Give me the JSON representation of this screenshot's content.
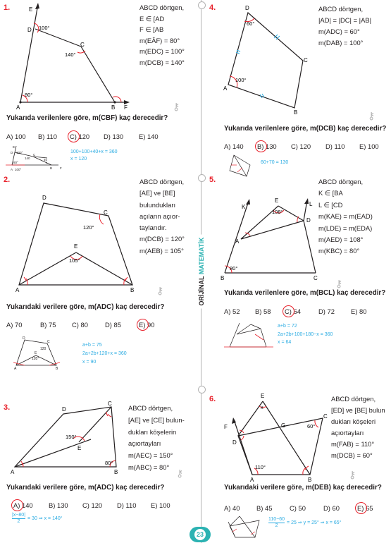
{
  "sidebar": {
    "label_a": "ORİJİNAL",
    "label_b": "MATEMATİK"
  },
  "page_number": "23",
  "q1": {
    "num": "1.",
    "given": [
      "ABCD dörtgen,",
      "E ∈ [AD",
      "F ∈ [AB",
      "m(EÂF) = 80°",
      "m(EDC) = 100°",
      "m(DCB) = 140°"
    ],
    "question": "Yukarıda verilenlere göre, m(CBF) kaç derecedir?",
    "options": [
      "A) 100",
      "B) 110",
      "C) 120",
      "D) 130",
      "E) 140"
    ],
    "solution": [
      "100+100+40+x = 360",
      "x = 120"
    ],
    "fig": {
      "E": "E",
      "D": "D",
      "C": "C",
      "A": "A",
      "B": "B",
      "F": "F",
      "a100": "100°",
      "a140": "140°",
      "a80": "80°"
    },
    "mini": {
      "E": "E",
      "D": "D",
      "C": "C",
      "A": "A",
      "B": "B",
      "F": "F",
      "a100": "100°",
      "a140": "140",
      "a80": "80°",
      "a40": "40",
      "a100b": "100°",
      "x": "x"
    }
  },
  "q2": {
    "num": "2.",
    "given": [
      "ABCD dörtgen,",
      "[AE] ve [BE]",
      "bulundukları",
      "açıların açıor-",
      "taylarıdır.",
      "m(DCB) = 120°",
      "m(AEB) = 105°"
    ],
    "question": "Yukarıdaki verilere göre, m(ADC) kaç derecedir?",
    "options": [
      "A) 70",
      "B) 75",
      "C) 80",
      "D) 85",
      "E) 90"
    ],
    "solution": [
      "a+b = 75",
      "2a+2b+120+x = 360",
      "x = 90"
    ],
    "fig": {
      "D": "D",
      "C": "C",
      "E": "E",
      "A": "A",
      "B": "B",
      "a120": "120°",
      "a105": "105°"
    },
    "mini": {
      "D": "D",
      "C": "C",
      "E": "E",
      "A": "A",
      "B": "B",
      "a120": "120",
      "a105": "105°"
    }
  },
  "q3": {
    "num": "3.",
    "given": [
      "ABCD dörtgen,",
      "[AE] ve [CE] bulun-",
      "dukları köşelerin",
      "açıortayları",
      "m(AEC) = 150°",
      "m(ABC) = 80°"
    ],
    "question": "Yukarıdaki verilere göre, m(ADC) kaç derecedir?",
    "options": [
      "A) 140",
      "B) 130",
      "C) 120",
      "D) 110",
      "E) 100"
    ],
    "solution_num": "|x−80|",
    "solution_den": "2",
    "solution_rest": "= 30 ⇒ x = 140°",
    "fig": {
      "D": "D",
      "C": "C",
      "E": "E",
      "A": "A",
      "B": "B",
      "a150": "150°",
      "a80": "80°"
    }
  },
  "q4": {
    "num": "4.",
    "given": [
      "ABCD dörtgen,",
      "|AD| = |DC| = |AB|",
      "m(ADC) = 60°",
      "m(DAB) = 100°"
    ],
    "question": "Yukarıda verilenlere göre, m(DCB) kaç derecedir?",
    "options": [
      "A) 140",
      "B) 130",
      "C) 120",
      "D) 110",
      "E) 100"
    ],
    "solution": [
      "60+70 = 130"
    ],
    "fig": {
      "D": "D",
      "C": "C",
      "A": "A",
      "B": "B",
      "a60": "60°",
      "a100": "100°"
    }
  },
  "q5": {
    "num": "5.",
    "given": [
      "ABCD dörtgen,",
      "K ∈ [BA",
      "L ∈ [CD",
      "m(KAE) = m(EAD)",
      "m(LDE) = m(EDA)",
      "m(AED) = 108°",
      "m(KBC) = 80°"
    ],
    "question": "Yukarıda verilenlere göre, m(BCL) kaç derecedir?",
    "options": [
      "A) 52",
      "B) 58",
      "C) 64",
      "D) 72",
      "E) 80"
    ],
    "solution": [
      "a+b = 72",
      "2a+2b+100+180−x = 360",
      "x = 64"
    ],
    "fig": {
      "K": "K",
      "E": "E",
      "L": "L",
      "D": "D",
      "A": "A",
      "B": "B",
      "C": "C",
      "a108": "108°",
      "a80": "80°"
    }
  },
  "q6": {
    "num": "6.",
    "given": [
      "ABCD dörtgen,",
      "[ED] ve [BE] bulun",
      "dukları köşeleri",
      "açıortayları",
      "m(FAB) = 110°",
      "m(DCB) = 60°"
    ],
    "question": "Yukarıdaki verilere göre, m(DEB) kaç derecedir?",
    "options": [
      "A) 40",
      "B) 45",
      "C) 50",
      "D) 60",
      "E) 65"
    ],
    "solution_num": "110−60",
    "solution_den": "2",
    "solution_rest": "= 25 ⇒ y = 25° ⇒ x = 65°",
    "fig": {
      "E": "E",
      "x": "x",
      "C": "C",
      "F": "F",
      "G": "G",
      "D": "D",
      "A": "A",
      "B": "B",
      "a60": "60°",
      "a110": "110°"
    }
  }
}
